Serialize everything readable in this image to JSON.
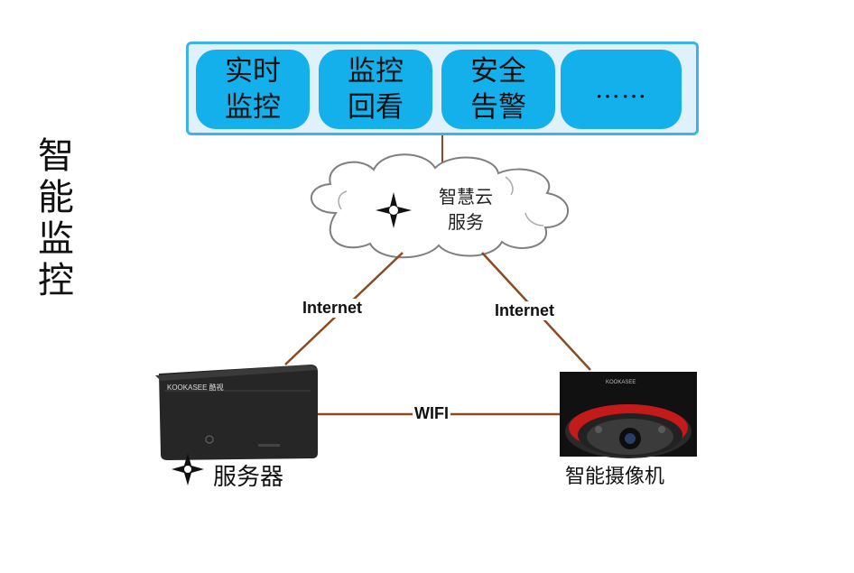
{
  "side_title": [
    "智",
    "能",
    "监",
    "控"
  ],
  "apps": [
    {
      "lines": [
        "实时",
        "监控"
      ]
    },
    {
      "lines": [
        "监控",
        "回看"
      ]
    },
    {
      "lines": [
        "安全",
        "告警"
      ]
    },
    {
      "lines": [
        "……"
      ]
    }
  ],
  "cloud": {
    "lines": [
      "智慧云",
      "服务"
    ]
  },
  "links": {
    "left": "Internet",
    "right": "Internet",
    "bottom": "WIFI"
  },
  "devices": {
    "server": {
      "label": "服务器",
      "brand": "KOOKASEE 酷视"
    },
    "camera": {
      "label": "智能摄像机",
      "brand": "KOOKASEE"
    }
  },
  "colors": {
    "panel_border": "#3fb3e3",
    "panel_fill": "#dff2fb",
    "tile_fill": "#13b0ec",
    "link_line": "#8b4a24",
    "server_body": "#262626",
    "camera_body": "#111111"
  }
}
